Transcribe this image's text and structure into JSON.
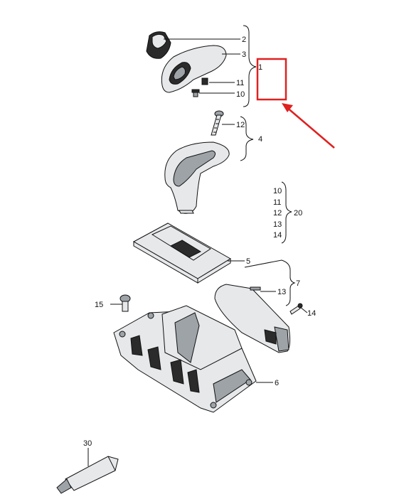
{
  "diagram": {
    "callouts": {
      "c1": "1",
      "c2": "2",
      "c3": "3",
      "c4": "4",
      "c5": "5",
      "c6": "6",
      "c7": "7",
      "c10": "10",
      "c11": "11",
      "c12": "12",
      "c13": "13",
      "c14": "14",
      "c15": "15",
      "c20": "20",
      "c30": "30"
    },
    "group20_items": [
      "10",
      "11",
      "12",
      "13",
      "14"
    ],
    "colors": {
      "highlight": "#e02020",
      "line": "#111111",
      "part": "#e6e8ea"
    }
  }
}
